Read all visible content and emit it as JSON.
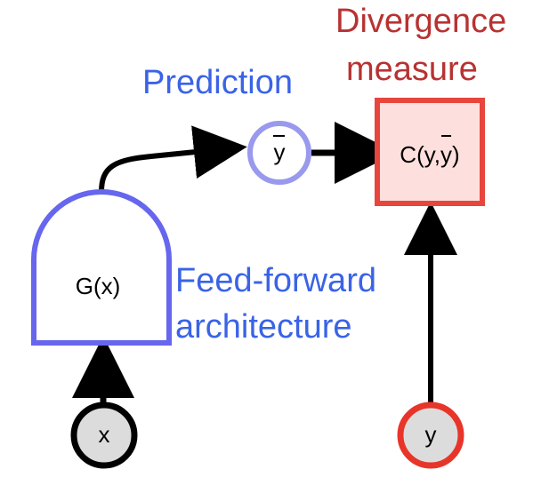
{
  "labels": {
    "divergence_line1": "Divergence",
    "divergence_line2": "measure",
    "prediction": "Prediction",
    "feedforward_line1": "Feed-forward",
    "feedforward_line2": "architecture"
  },
  "nodes": {
    "generator": "G(x)",
    "cost_prefix": "C(y,",
    "cost_ybar": "y",
    "cost_suffix": ")",
    "ybar": "y",
    "x": "x",
    "y": "y"
  },
  "colors": {
    "blue_text": "#3a63e6",
    "generator_stroke": "#6666ee",
    "ybar_stroke": "#9999ee",
    "red_text": "#b83232",
    "cost_stroke": "#e8453c",
    "cost_fill": "#fde0de",
    "node_fill": "#dcdcdc",
    "x_stroke": "#000000",
    "y_stroke": "#e8352a",
    "edge": "#000000"
  }
}
